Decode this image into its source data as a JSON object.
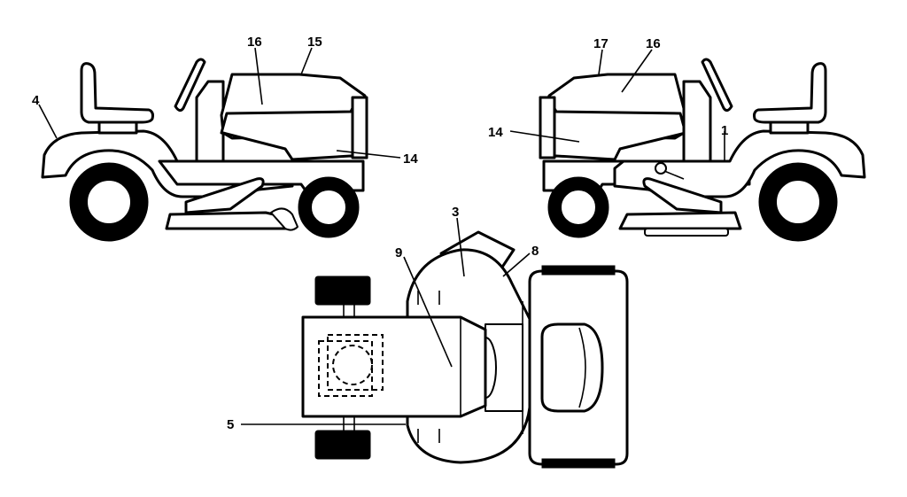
{
  "callouts": {
    "c4": "4",
    "c16_left": "16",
    "c15": "15",
    "c14_left": "14",
    "c17": "17",
    "c16_right": "16",
    "c14_right": "14",
    "c1": "1",
    "c3": "3",
    "c8": "8",
    "c9": "9",
    "c5": "5"
  }
}
